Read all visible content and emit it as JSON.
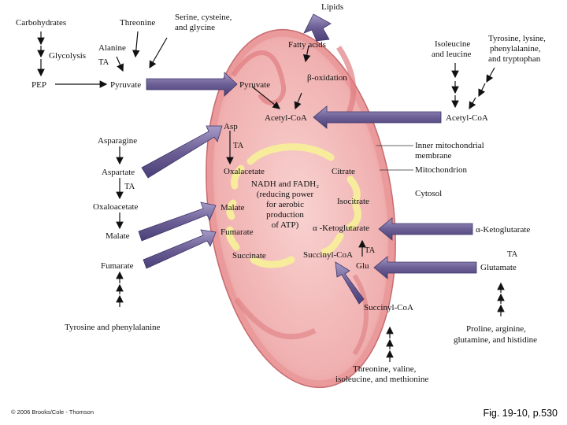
{
  "diagram": {
    "sources_left": {
      "carbohydrates": "Carbohydrates",
      "glycolysis": "Glycolysis",
      "pep": "PEP",
      "threonine": "Threonine",
      "serine_line1": "Serine, cysteine,",
      "serine_line2": "and glycine",
      "alanine": "Alanine",
      "ta": "TA",
      "pyruvate": "Pyruvate",
      "asparagine": "Asparagine",
      "aspartate": "Aspartate",
      "oxaloacetate": "Oxaloacetate",
      "malate": "Malate",
      "fumarate": "Fumarate",
      "tyrosine_phenylalanine": "Tyrosine and phenylalanine"
    },
    "sources_top": {
      "lipids": "Lipids",
      "fatty_acids": "Fatty acids",
      "beta_oxidation": "β-oxidation"
    },
    "sources_right": {
      "isoleucine_line1": "Isoleucine",
      "isoleucine_line2": "and leucine",
      "tyrosine_line1": "Tyrosine, lysine,",
      "tyrosine_line2": "phenylalanine,",
      "tyrosine_line3": "and tryptophan",
      "acetyl_coa": "Acetyl-CoA",
      "inner_membrane_line1": "Inner mitochondrial",
      "inner_membrane_line2": "membrane",
      "mitochondrion": "Mitochondrion",
      "cytosol": "Cytosol",
      "alpha_ketoglutarate": "α-Ketoglutarate",
      "ta": "TA",
      "glutamate": "Glutamate",
      "proline_line1": "Proline, arginine,",
      "proline_line2": "glutamine, and histidine"
    },
    "sources_bottom": {
      "succinyl_coa": "Succinyl-CoA",
      "threonine_line1": "Threonine, valine,",
      "threonine_line2": "isoleucine, and methionine"
    },
    "inside": {
      "pyruvate": "Pyruvate",
      "acetyl_coa": "Acetyl-CoA",
      "asp": "Asp",
      "ta_asp": "TA",
      "oxalacetate": "Oxalacetate",
      "citrate": "Citrate",
      "isocitrate": "Isocitrate",
      "alpha_ketoglutarate": "α -Ketoglutarate",
      "ta_glu": "TA",
      "glu": "Glu",
      "succinyl_coa": "Succinyl-CoA",
      "succinate": "Succinate",
      "fumarate": "Fumarate",
      "malate": "Malate",
      "center_line1": "NADH and FADH₂",
      "center_line2": "(reducing power",
      "center_line3": "for aerobic",
      "center_line4": "production",
      "center_line5": "of ATP)"
    },
    "colors": {
      "mito_outer": "#f1b4b4",
      "mito_inner": "#e98f90",
      "matrix": "#f6c6c4",
      "cycle_arrow": "#f6ec9c",
      "purple_arrow": "#6b5f95"
    }
  },
  "footer": {
    "copyright": "© 2006 Brooks/Cole - Thomson",
    "caption": "Fig. 19-10, p.530"
  }
}
